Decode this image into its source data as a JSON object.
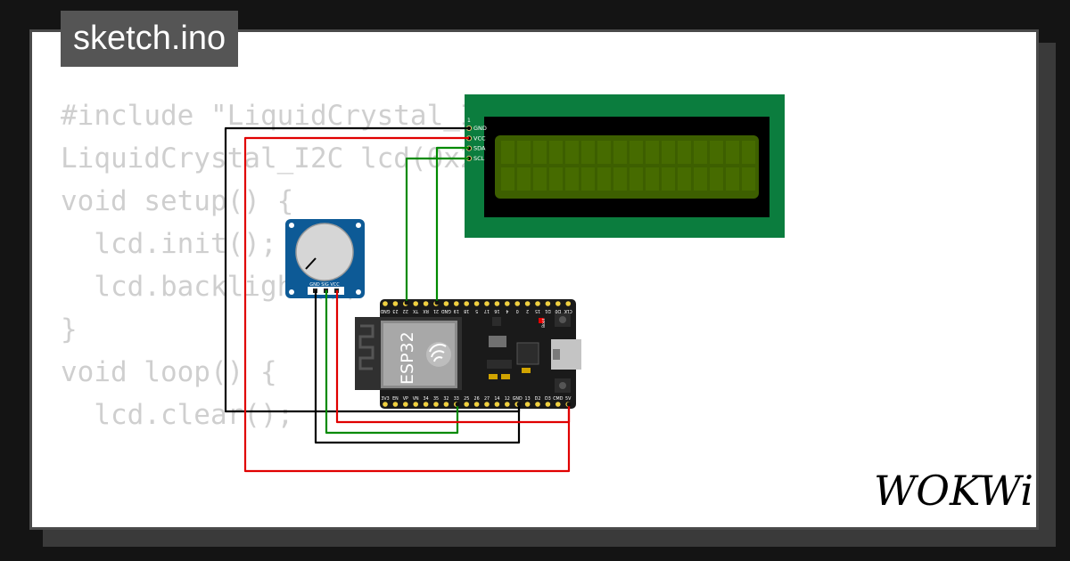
{
  "tab": {
    "filename": "sketch.ino"
  },
  "code": {
    "lines": [
      "#include \"LiquidCrystal_I2C.h\"",
      "",
      "LiquidCrystal_I2C lcd(0x27, 16, 2);",
      "",
      "void setup() {",
      "  lcd.init();",
      "  lcd.backlight();",
      "}",
      "",
      "void loop() {",
      "  lcd.clear();"
    ]
  },
  "lcd": {
    "pins": [
      "GND",
      "VCC",
      "SDA",
      "SCL"
    ],
    "pin1_marker": "1"
  },
  "potentiometer": {
    "pins_label": "GND SIG VCC"
  },
  "esp32": {
    "chip_label": "ESP32",
    "top_pins": [
      "GND",
      "23",
      "22",
      "TX",
      "RX",
      "21",
      "GND",
      "19",
      "18",
      "5",
      "17",
      "16",
      "4",
      "0",
      "2",
      "15",
      "D1",
      "D0",
      "CLK"
    ],
    "bottom_pins": [
      "3V3",
      "EN",
      "VP",
      "VN",
      "34",
      "35",
      "32",
      "33",
      "25",
      "26",
      "27",
      "14",
      "12",
      "GND",
      "13",
      "D2",
      "D3",
      "CMD",
      "5V"
    ],
    "led_label": "Boot"
  },
  "brand": {
    "logo": "WOKWi"
  },
  "colors": {
    "wire_gnd": "#000000",
    "wire_power": "#e00000",
    "wire_signal": "#008a00",
    "lcd_pcb": "#0b7d3e",
    "lcd_screen": "#3d5f00",
    "board": "#1a1a1a",
    "pot_pcb": "#0d5a96"
  }
}
